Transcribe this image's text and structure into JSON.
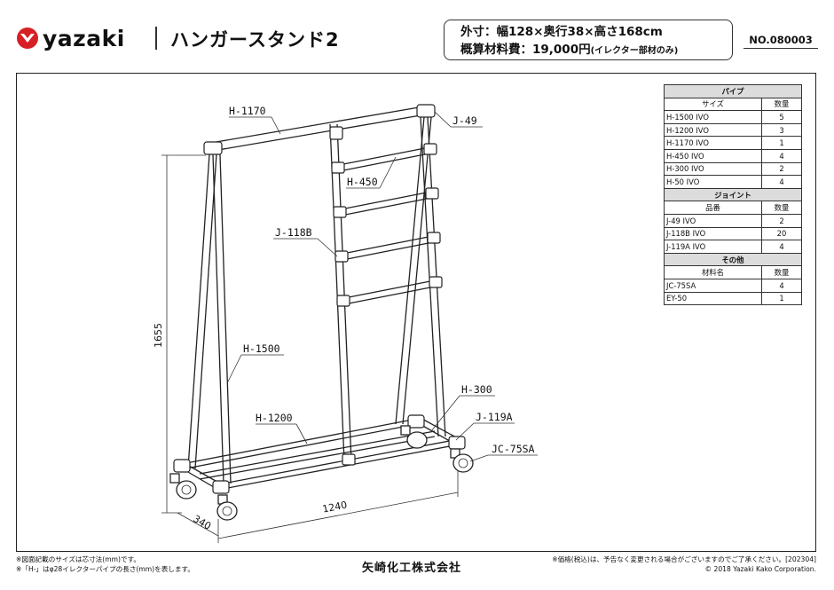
{
  "header": {
    "brand": "yazaki",
    "title": "ハンガースタンド2",
    "spec_size": "外寸：幅128×奥行38×高さ168cm",
    "spec_cost_label": "概算材料費：19,000円",
    "spec_cost_note": "(イレクター部材のみ)",
    "doc_no": "NO.080003"
  },
  "colors": {
    "logo_red": "#d71f26",
    "section_bg": "#dcdcdc"
  },
  "drawing": {
    "labels": {
      "h1170": "H-1170",
      "j49": "J-49",
      "h450": "H-450",
      "j118b": "J-118B",
      "h1500": "H-1500",
      "h300": "H-300",
      "j119a": "J-119A",
      "h1200": "H-1200",
      "jc75sa": "JC-75SA"
    },
    "dimensions": {
      "height": "1655",
      "width": "1240",
      "depth": "340"
    }
  },
  "parts": {
    "pipe": {
      "title": "パイプ",
      "col_name": "サイズ",
      "col_qty": "数量",
      "rows": [
        {
          "name": "H-1500 IVO",
          "qty": "5"
        },
        {
          "name": "H-1200 IVO",
          "qty": "3"
        },
        {
          "name": "H-1170 IVO",
          "qty": "1"
        },
        {
          "name": "H-450 IVO",
          "qty": "4"
        },
        {
          "name": "H-300 IVO",
          "qty": "2"
        },
        {
          "name": "H-50 IVO",
          "qty": "4"
        }
      ]
    },
    "joint": {
      "title": "ジョイント",
      "col_name": "品番",
      "col_qty": "数量",
      "rows": [
        {
          "name": "J-49 IVO",
          "qty": "2"
        },
        {
          "name": "J-118B IVO",
          "qty": "20"
        },
        {
          "name": "J-119A IVO",
          "qty": "4"
        }
      ]
    },
    "other": {
      "title": "その他",
      "col_name": "材料名",
      "col_qty": "数量",
      "rows": [
        {
          "name": "JC-75SA",
          "qty": "4"
        },
        {
          "name": "EY-50",
          "qty": "1"
        }
      ]
    }
  },
  "footer": {
    "note1": "※図面記載のサイズは芯寸法(mm)です。",
    "note2": "※「H-」はφ28イレクターパイプの長さ(mm)を表します。",
    "company": "矢崎化工株式会社",
    "price_note": "※価格(税込)は、予告なく変更される場合がございますのでご了承ください。[202304]",
    "copyright": "© 2018 Yazaki Kako Corporation."
  }
}
